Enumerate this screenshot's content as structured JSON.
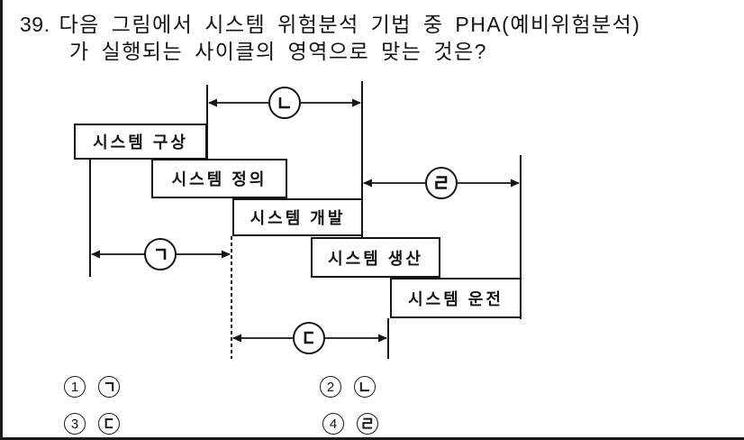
{
  "question": {
    "number": "39.",
    "line1": "다음 그림에서 시스템 위험분석 기법 중 PHA(예비위험분석)",
    "line2": "가 실행되는 사이클의 영역으로 맞는 것은?"
  },
  "diagram": {
    "boxes": [
      {
        "label": "시스템 구상"
      },
      {
        "label": "시스템 정의"
      },
      {
        "label": "시스템 개발"
      },
      {
        "label": "시스템 생산"
      },
      {
        "label": "시스템 운전"
      }
    ],
    "arrows": [
      {
        "label": "ㄴ"
      },
      {
        "label": "ㄹ"
      },
      {
        "label": "ㄱ"
      },
      {
        "label": "ㄷ"
      }
    ]
  },
  "options": [
    {
      "number": "1",
      "label": "ㄱ"
    },
    {
      "number": "2",
      "label": "ㄴ"
    },
    {
      "number": "3",
      "label": "ㄷ"
    },
    {
      "number": "4",
      "label": "ㄹ"
    }
  ],
  "colors": {
    "ink": "#151515",
    "paper": "#ffffff"
  }
}
